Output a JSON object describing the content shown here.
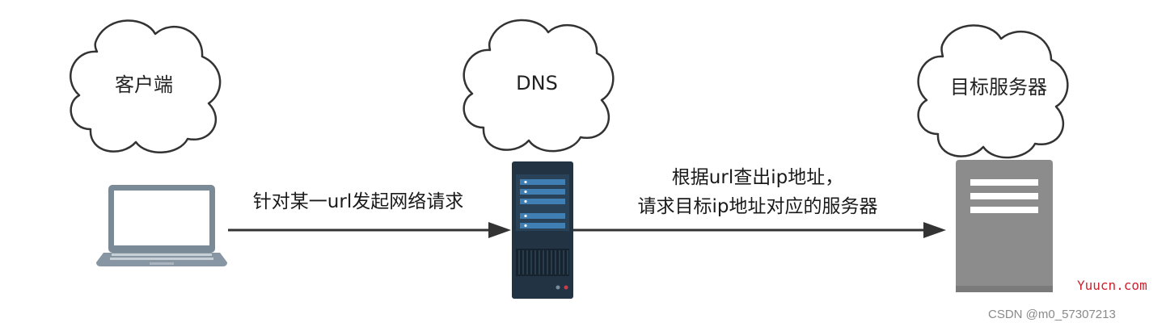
{
  "nodes": {
    "client": {
      "label": "客户端"
    },
    "dns": {
      "label": "DNS"
    },
    "server": {
      "label": "目标服务器"
    }
  },
  "edges": {
    "client_to_dns": {
      "label": "针对某一url发起网络请求"
    },
    "dns_to_server": {
      "line1": "根据url查出ip地址，",
      "line2": "请求目标ip地址对应的服务器"
    }
  },
  "watermarks": {
    "site": "Yuucn.com",
    "author": "CSDN @m0_57307213"
  },
  "colors": {
    "stroke": "#333333",
    "laptop_body": "#7b8a97",
    "laptop_screen": "#ffffff",
    "rack_body": "#223444",
    "rack_slot": "#3f7fb3",
    "server_box": "#8c8c8c",
    "server_stripe": "#ffffff",
    "watermark_red": "#d0222e"
  }
}
